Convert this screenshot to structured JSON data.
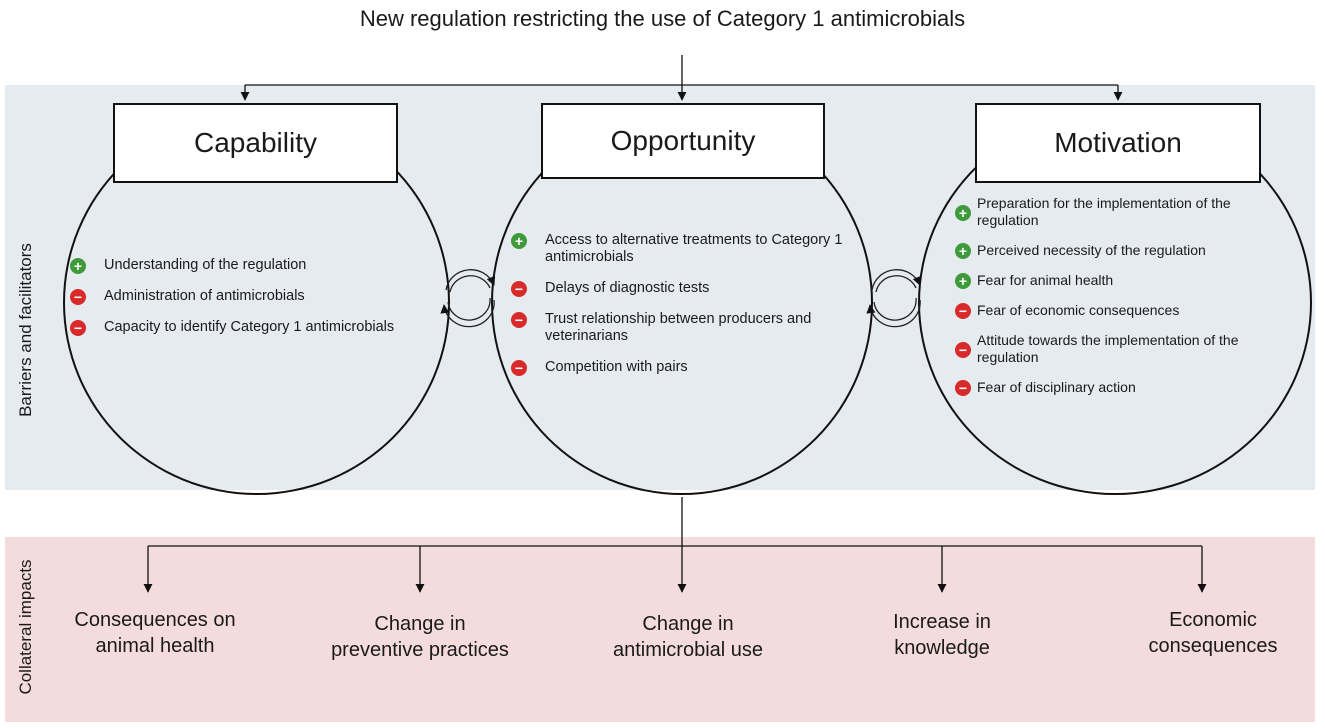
{
  "title": "New regulation restricting the use of Category 1 antimicrobials",
  "side_labels": {
    "barriers": "Barriers and facilitators",
    "impacts": "Collateral impacts"
  },
  "components": [
    {
      "title": "Capability",
      "items": [
        {
          "type": "plus",
          "text": "Understanding of the regulation"
        },
        {
          "type": "minus",
          "text": "Administration of antimicrobials"
        },
        {
          "type": "minus",
          "text": "Capacity to identify Category 1 antimicrobials"
        }
      ]
    },
    {
      "title": "Opportunity",
      "items": [
        {
          "type": "plus",
          "text": "Access to alternative treatments to Category 1 antimicrobials"
        },
        {
          "type": "minus",
          "text": "Delays of diagnostic tests"
        },
        {
          "type": "minus",
          "text": "Trust relationship between producers and veterinarians"
        },
        {
          "type": "minus",
          "text": "Competition with pairs"
        }
      ]
    },
    {
      "title": "Motivation",
      "items": [
        {
          "type": "plus",
          "text": "Preparation for the implementation of the regulation"
        },
        {
          "type": "plus",
          "text": "Perceived necessity of the regulation"
        },
        {
          "type": "plus",
          "text": "Fear for animal health"
        },
        {
          "type": "minus",
          "text": "Fear of economic consequences"
        },
        {
          "type": "minus",
          "text": "Attitude towards the implementation of the regulation"
        },
        {
          "type": "minus",
          "text": "Fear of disciplinary action"
        }
      ]
    }
  ],
  "impacts": [
    {
      "line1": "Consequences on",
      "line2": "animal health"
    },
    {
      "line1": "Change in",
      "line2": "preventive practices"
    },
    {
      "line1": "Change in",
      "line2": "antimicrobial use"
    },
    {
      "line1": "Increase in",
      "line2": "knowledge"
    },
    {
      "line1": "Economic",
      "line2": "consequences"
    }
  ],
  "colors": {
    "top_band": "#e6ebf0",
    "bottom_band": "#f5dcdc",
    "plus": "#3e9a3a",
    "minus": "#d82a2a"
  }
}
